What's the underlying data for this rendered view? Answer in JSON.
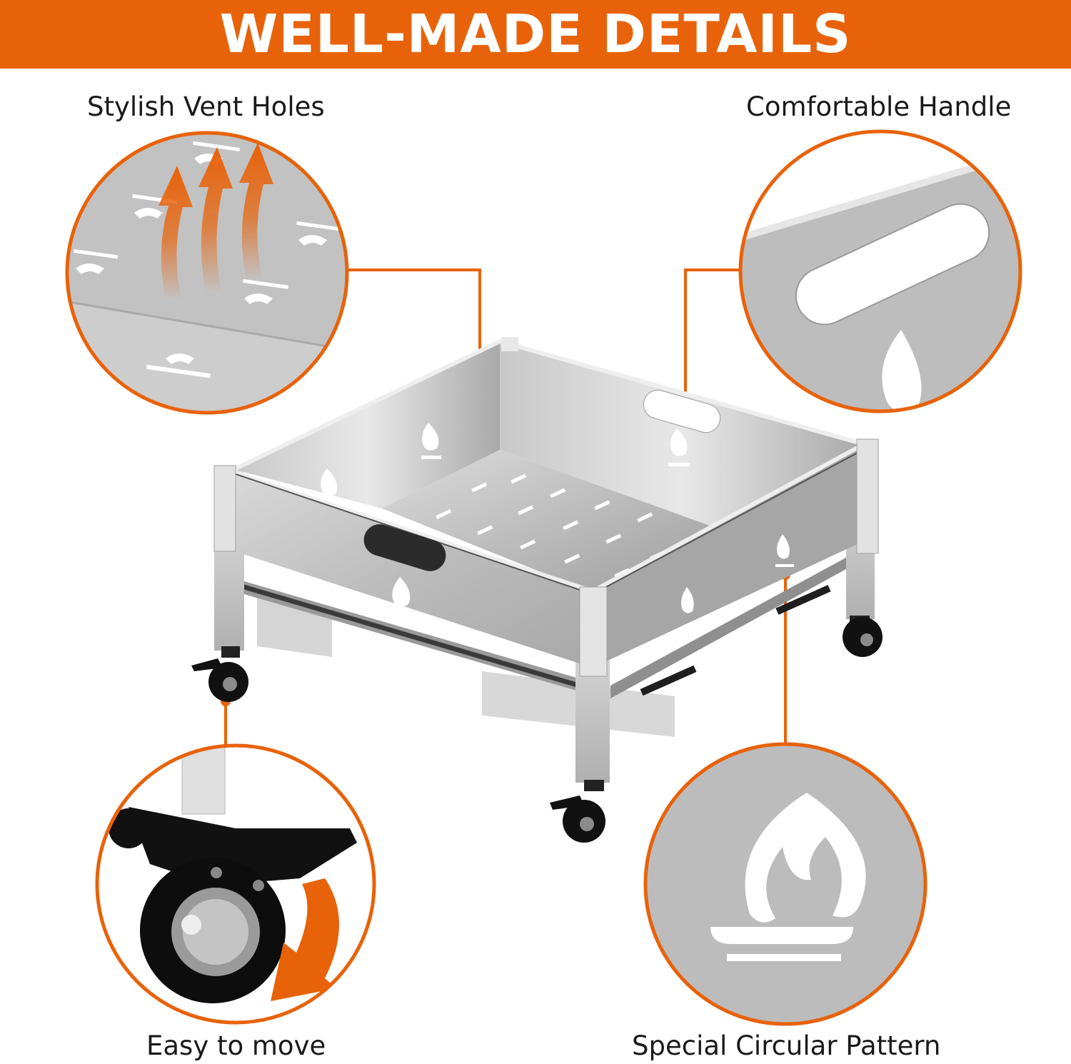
{
  "banner": {
    "title": "WELL-MADE DETAILS",
    "color": "#e8620a"
  },
  "callouts": [
    {
      "label": "Stylish Vent Holes",
      "detail": "vent-holes"
    },
    {
      "label": "Comfortable Handle",
      "detail": "handle"
    },
    {
      "label": "Easy to move",
      "detail": "caster-wheel"
    },
    {
      "label": "Special Circular Pattern",
      "detail": "flame-pattern"
    }
  ],
  "colors": {
    "accent": "#e8620a",
    "steel": "#bdbdbd",
    "steel_dark": "#8c8c8c",
    "wheel": "#111111"
  },
  "icons": [
    "heat-arrows-icon",
    "flame-icon",
    "lock-arrow-icon"
  ]
}
